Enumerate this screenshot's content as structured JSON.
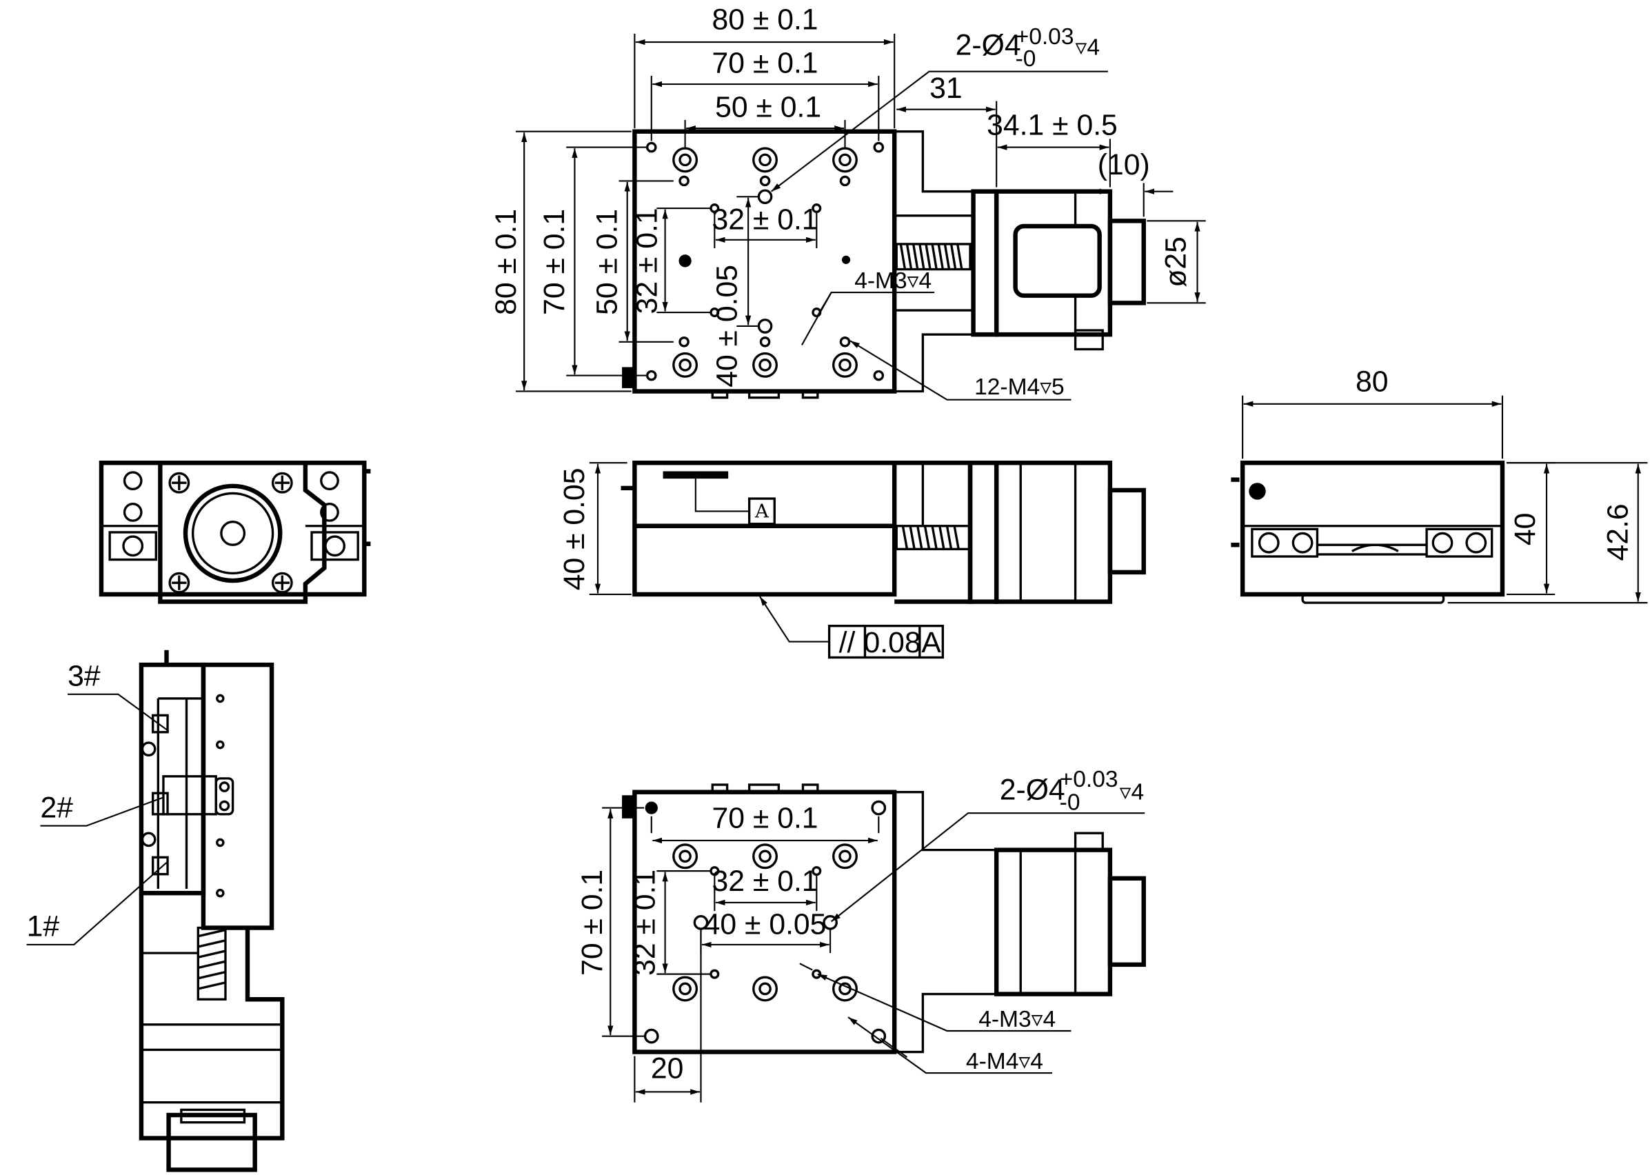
{
  "top_view": {
    "width_80": "80 ± 0.1",
    "width_70": "70 ± 0.1",
    "width_50": "50 ± 0.1",
    "hole_spec_main": "2-Ø4",
    "hole_tol_plus": "+0.03",
    "hole_tol_minus": "-0",
    "hole_depth": "▿4",
    "offset_31": "31",
    "motor_len": "34.1 ± 0.5",
    "knob_len": "(10)",
    "knob_dia": "ø25",
    "spacing_32_h": "32 ± 0.1",
    "height_80": "80 ± 0.1",
    "height_70": "70 ± 0.1",
    "height_50": "50 ± 0.1",
    "spacing_32_v": "32 ± 0.1",
    "spacing_40_v": "40 ± 0.05",
    "thread_m3": "4-M3▿4",
    "thread_m4": "12-M4▿5"
  },
  "front_view": {
    "datum_letter": "A",
    "height_40": "40 ± 0.05",
    "parallel_symbol": "//",
    "parallel_tol": "0.08",
    "parallel_datum": "A"
  },
  "side_view": {
    "width_80": "80",
    "height_40": "40",
    "height_42_6": "42.6"
  },
  "sensor_view": {
    "sensor_3": "3#",
    "sensor_2": "2#",
    "sensor_1": "1#"
  },
  "bottom_view": {
    "hole_spec_main": "2-Ø4",
    "hole_tol_plus": "+0.03",
    "hole_tol_minus": "-0",
    "hole_depth": "▿4",
    "width_70": "70 ± 0.1",
    "spacing_32_h": "32 ± 0.1",
    "spacing_40_h": "40 ± 0.05",
    "height_70": "70 ± 0.1",
    "height_32": "32 ± 0.1",
    "thread_m3": "4-M3▿4",
    "thread_m4": "4-M4▿4",
    "offset_20": "20"
  }
}
